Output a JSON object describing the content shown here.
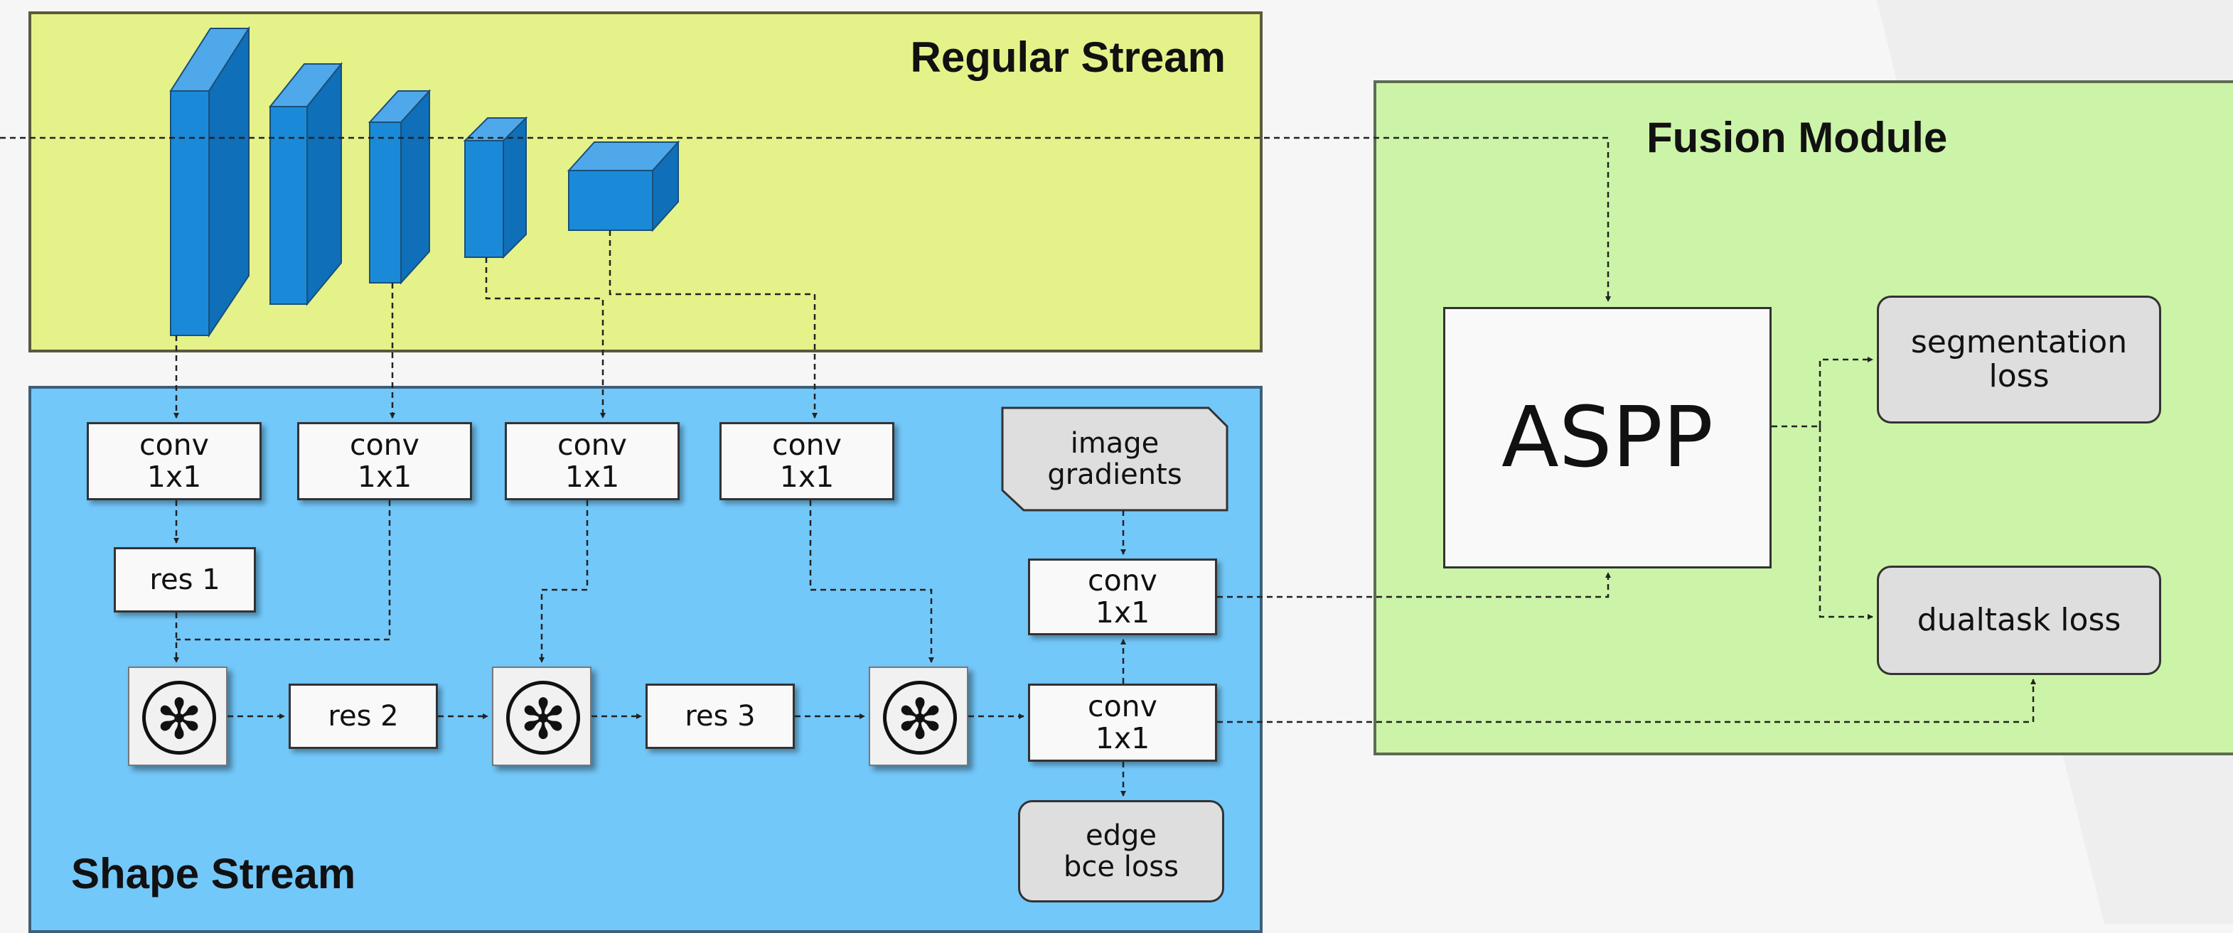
{
  "panels": {
    "regular_stream": "Regular Stream",
    "shape_stream": "Shape Stream",
    "fusion_module": "Fusion Module"
  },
  "shape_stream": {
    "conv_boxes": [
      "conv\n1x1",
      "conv\n1x1",
      "conv\n1x1",
      "conv\n1x1"
    ],
    "res_blocks": [
      "res 1",
      "res 2",
      "res 3"
    ],
    "gate_symbol": "✻",
    "image_gradients": "image\ngradients",
    "conv_top": "conv\n1x1",
    "conv_bottom": "conv\n1x1",
    "edge_loss": "edge\nbce loss"
  },
  "fusion": {
    "aspp": "ASPP",
    "segmentation_loss": "segmentation\nloss",
    "dualtask_loss": "dualtask loss"
  },
  "colors": {
    "regular_stream_bg": "#e5f28a",
    "shape_stream_bg": "#73c8fa",
    "fusion_module_bg": "#ccf4a8",
    "encoder_block": "#1a8ad8"
  }
}
